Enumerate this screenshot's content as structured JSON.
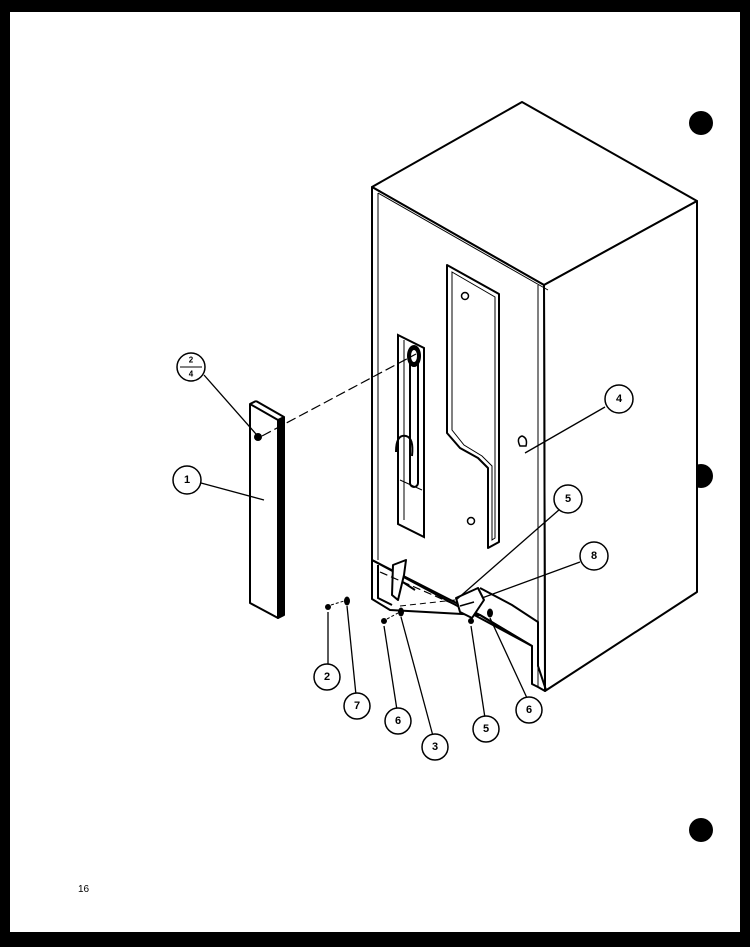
{
  "page_number": "16",
  "fraction_callout": {
    "numerator": "2",
    "denominator": "4"
  },
  "callouts": {
    "c1": "1",
    "c2": "2",
    "c3": "3",
    "c4": "4",
    "c5a": "5",
    "c5b": "5",
    "c6a": "6",
    "c6b": "6",
    "c7": "7",
    "c8": "8"
  },
  "colors": {
    "ink": "#000000",
    "paper": "#ffffff"
  }
}
